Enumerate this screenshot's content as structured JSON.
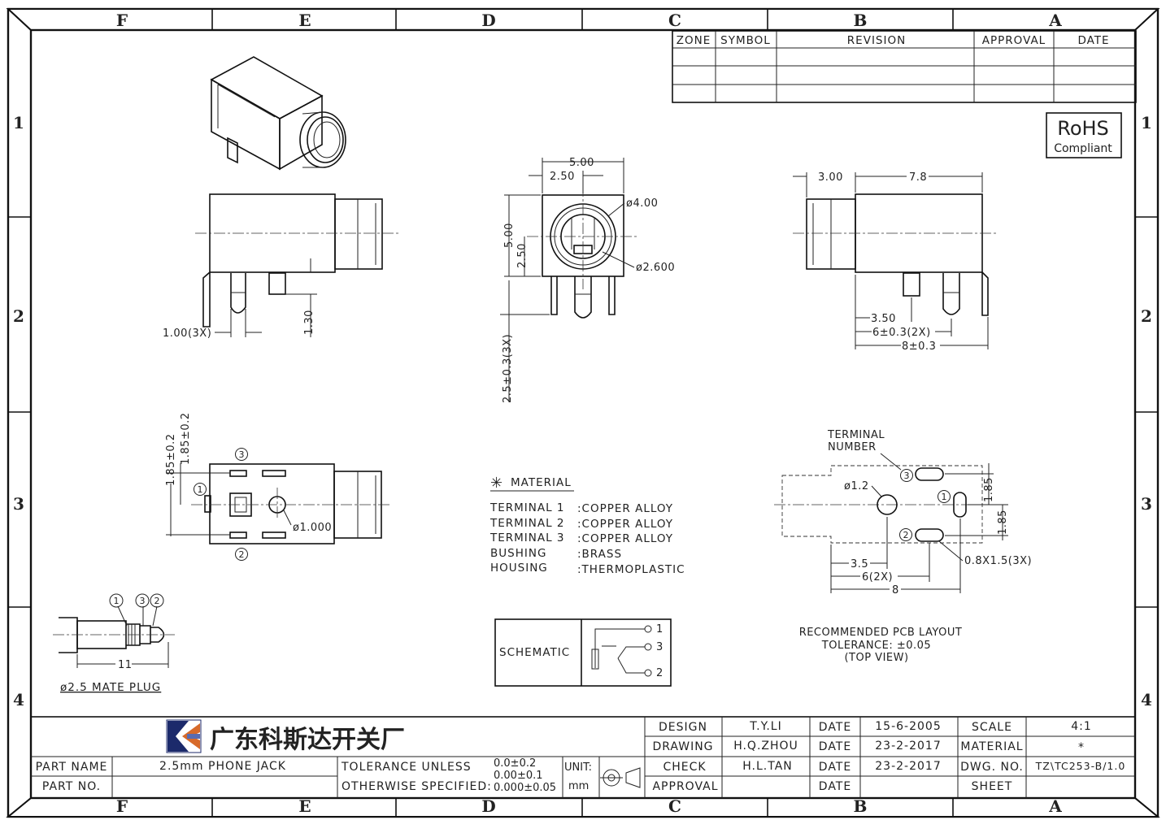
{
  "zones": {
    "columns": [
      "F",
      "E",
      "D",
      "C",
      "B",
      "A"
    ],
    "rows": [
      "1",
      "2",
      "3",
      "4"
    ]
  },
  "revision_table": {
    "headers": [
      "ZONE",
      "SYMBOL",
      "REVISION",
      "APPROVAL",
      "DATE"
    ]
  },
  "rohs": {
    "line1": "RoHS",
    "line2": "Compliant"
  },
  "dims": {
    "front_w": "5.00",
    "front_half_w": "2.50",
    "front_h": "5.00",
    "front_half_h": "2.50",
    "front_dia_outer": "ø4.00",
    "front_dia_inner": "ø2.600",
    "front_pin_len": "2.5±0.3(3X)",
    "left_pin_w": "1.00(3X)",
    "left_pin_h": "1.30",
    "right_nose": "3.00",
    "right_body": "7.8",
    "right_a": "3.50",
    "right_b": "6±0.3(2X)",
    "right_c": "8±0.3",
    "bottom_v1": "1.85±0.2",
    "bottom_v2": "1.85±0.2",
    "bottom_hole": "ø1.000",
    "pcb_term_label_1": "TERMINAL",
    "pcb_term_label_2": "NUMBER",
    "pcb_hole": "ø1.2",
    "pcb_v1": "1.85",
    "pcb_v2": "1.85",
    "pcb_h1": "3.5",
    "pcb_h2": "6(2X)",
    "pcb_h3": "8",
    "pcb_slot": "0.8X1.5(3X)",
    "plug_len": "11",
    "plug_caption": "ø2.5 MATE PLUG"
  },
  "terminal_numbers": [
    "1",
    "2",
    "3"
  ],
  "material": {
    "title": "MATERIAL",
    "rows": [
      {
        "part": "TERMINAL 1",
        "value": ":COPPER ALLOY"
      },
      {
        "part": "TERMINAL 2",
        "value": ":COPPER ALLOY"
      },
      {
        "part": "TERMINAL 3",
        "value": ":COPPER ALLOY"
      },
      {
        "part": "BUSHING",
        "value": ":BRASS"
      },
      {
        "part": "HOUSING",
        "value": ":THERMOPLASTIC"
      }
    ]
  },
  "schematic": {
    "label": "SCHEMATIC",
    "pins": [
      "1",
      "3",
      "2"
    ]
  },
  "pcb_note": {
    "line1": "RECOMMENDED PCB LAYOUT",
    "line2": "TOLERANCE: ±0.05",
    "line3": "(TOP VIEW)"
  },
  "title_block": {
    "company": "广东科斯达开关厂",
    "part_name_label": "PART NAME",
    "part_name": "2.5mm PHONE JACK",
    "part_no_label": "PART NO.",
    "tol_line1": "TOLERANCE UNLESS",
    "tol_line2": "OTHERWISE SPECIFIED:",
    "tol_values": [
      "0.0±0.2",
      "0.00±0.1",
      "0.000±0.05"
    ],
    "unit_label": "UNIT:",
    "unit": "mm",
    "design_label": "DESIGN",
    "design_by": "T.Y.LI",
    "design_date": "15-6-2005",
    "drawing_label": "DRAWING",
    "drawing_by": "H.Q.ZHOU",
    "drawing_date": "23-2-2017",
    "check_label": "CHECK",
    "check_by": "H.L.TAN",
    "check_date": "23-2-2017",
    "approval_label": "APPROVAL",
    "date_label": "DATE",
    "scale_label": "SCALE",
    "scale": "4:1",
    "material_label": "MATERIAL",
    "material": "*",
    "dwg_label": "DWG. NO.",
    "dwg_no": "TZ\\TC253-B/1.0",
    "sheet_label": "SHEET"
  }
}
